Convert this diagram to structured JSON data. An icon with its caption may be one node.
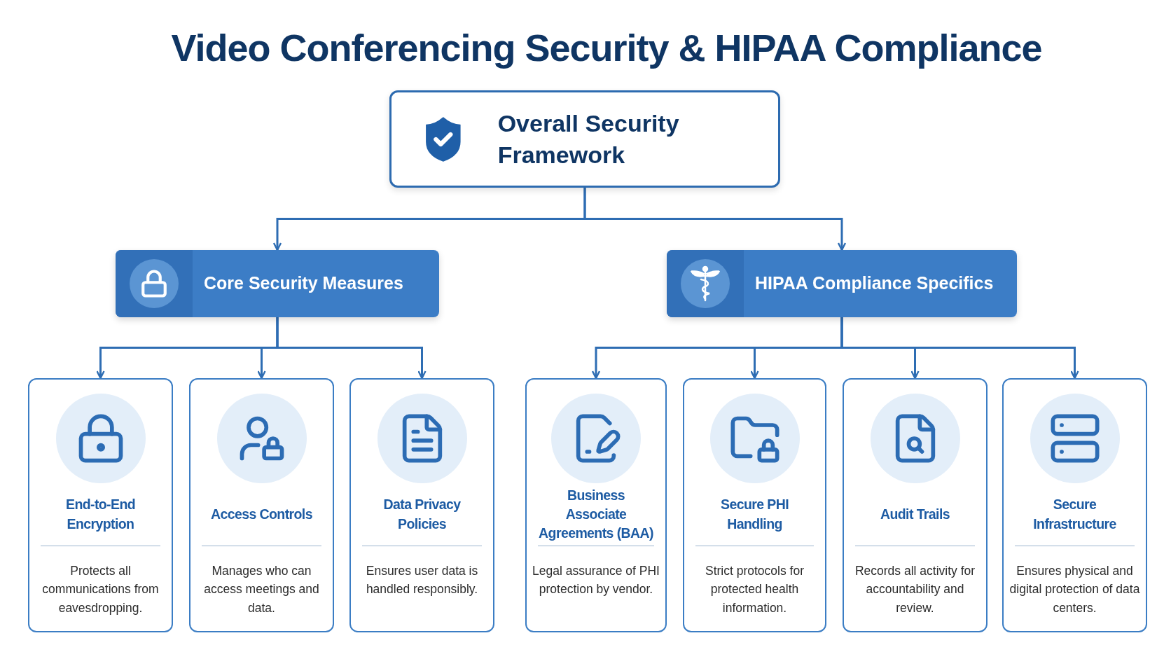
{
  "diagram": {
    "title": "Video Conferencing Security & HIPAA Compliance",
    "nodes": [
      {
        "text": [
          "Overall Security Framework"
        ]
      },
      {
        "text": [
          "Core Security Measures"
        ]
      },
      {
        "text": [
          "HIPAA Compliance Specifics"
        ]
      },
      {
        "text": [
          "End-to-End Encryption",
          "Protects all communications from eavesdropping."
        ]
      },
      {
        "text": [
          "Access Controls",
          "Manages who can access meetings and data."
        ]
      },
      {
        "text": [
          "Data Privacy Policies",
          "Ensures user data is handled responsibly."
        ]
      },
      {
        "text": [
          "Business Associate Agreements (BAA)",
          "Legal assurance of PHI protection by vendor."
        ]
      },
      {
        "text": [
          "Secure PHI Handling",
          "Strict protocols for protected health information."
        ]
      },
      {
        "text": [
          "Audit Trails",
          "Records all activity for accountability and review."
        ]
      },
      {
        "text": [
          "Secure Infrastructure",
          "Ensures physical and digital protection of data centers."
        ]
      }
    ],
    "edges": [
      {
        "from": 0,
        "to": 1,
        "arrow": "to"
      },
      {
        "from": 0,
        "to": 2,
        "arrow": "to"
      },
      {
        "from": 1,
        "to": 3,
        "arrow": "to"
      },
      {
        "from": 1,
        "to": 4,
        "arrow": "to"
      },
      {
        "from": 1,
        "to": 5,
        "arrow": "to"
      },
      {
        "from": 2,
        "to": 6,
        "arrow": "to"
      },
      {
        "from": 2,
        "to": 7,
        "arrow": "to"
      },
      {
        "from": 2,
        "to": 8,
        "arrow": "to"
      },
      {
        "from": 2,
        "to": 9,
        "arrow": "to"
      }
    ]
  }
}
